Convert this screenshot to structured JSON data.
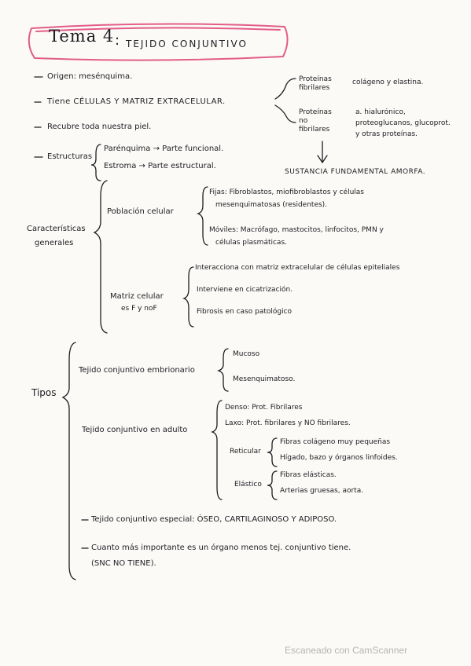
{
  "title": {
    "main": "Tema 4",
    "sub": "TEJIDO CONJUNTIVO"
  },
  "intro": {
    "origen": "Origen: mesénquima.",
    "tiene": "Tiene CÉLULAS Y MATRIZ EXTRACELULAR.",
    "recubre": "Recubre toda nuestra piel.",
    "estructuras_label": "Estructuras",
    "parenquima": "Parénquima → Parte funcional.",
    "estroma": "Estroma → Parte estructural."
  },
  "matriz": {
    "fibrilares_label": "Proteínas fibrilares",
    "fibrilares_value": "colágeno y elastina.",
    "nofib_label": "Proteínas no fibrilares",
    "nofib_value_1": "a. hialurónico,",
    "nofib_value_2": "proteoglucanos, glucoprot.",
    "nofib_value_3": "y otras proteínas.",
    "sustancia": "SUSTANCIA FUNDAMENTAL AMORFA."
  },
  "caracteristicas": {
    "label_1": "Características",
    "label_2": "generales",
    "poblacion_label": "Población celular",
    "fijas_1": "Fijas: Fibroblastos, miofibroblastos y células",
    "fijas_2": "mesenquimatosas (residentes).",
    "moviles_1": "Móviles: Macrófago, mastocitos, linfocitos, PMN y",
    "moviles_2": "células plasmáticas.",
    "matriz_label_1": "Matriz celular",
    "matriz_label_2": "es F y noF",
    "matriz_1": "Interacciona con matriz extracelular de células epiteliales",
    "matriz_2": "Interviene en cicatrización.",
    "matriz_3": "Fibrosis en caso patológico"
  },
  "tipos": {
    "label": "Tipos",
    "embrionario_label": "Tejido conjuntivo embrionario",
    "mucoso": "Mucoso",
    "mesenquimatoso": "Mesenquimatoso.",
    "adulto_label": "Tejido conjuntivo en adulto",
    "denso": "Denso: Prot. Fibrilares",
    "laxo": "Laxo: Prot. fibrilares y NO fibrilares.",
    "reticular_label": "Reticular",
    "reticular_1": "Fibras colágeno muy pequeñas",
    "reticular_2": "Hígado, bazo y órganos linfoides.",
    "elastico_label": "Elástico",
    "elastico_1": "Fibras elásticas.",
    "elastico_2": "Arterias gruesas, aorta.",
    "especial": "Tejido conjuntivo especial: ÓSEO, CARTILAGINOSO Y ADIPOSO.",
    "cuanto_1": "Cuanto más importante es un órgano menos tej. conjuntivo tiene.",
    "cuanto_2": "(SNC NO TIENE)."
  },
  "watermark": "Escaneado con CamScanner"
}
